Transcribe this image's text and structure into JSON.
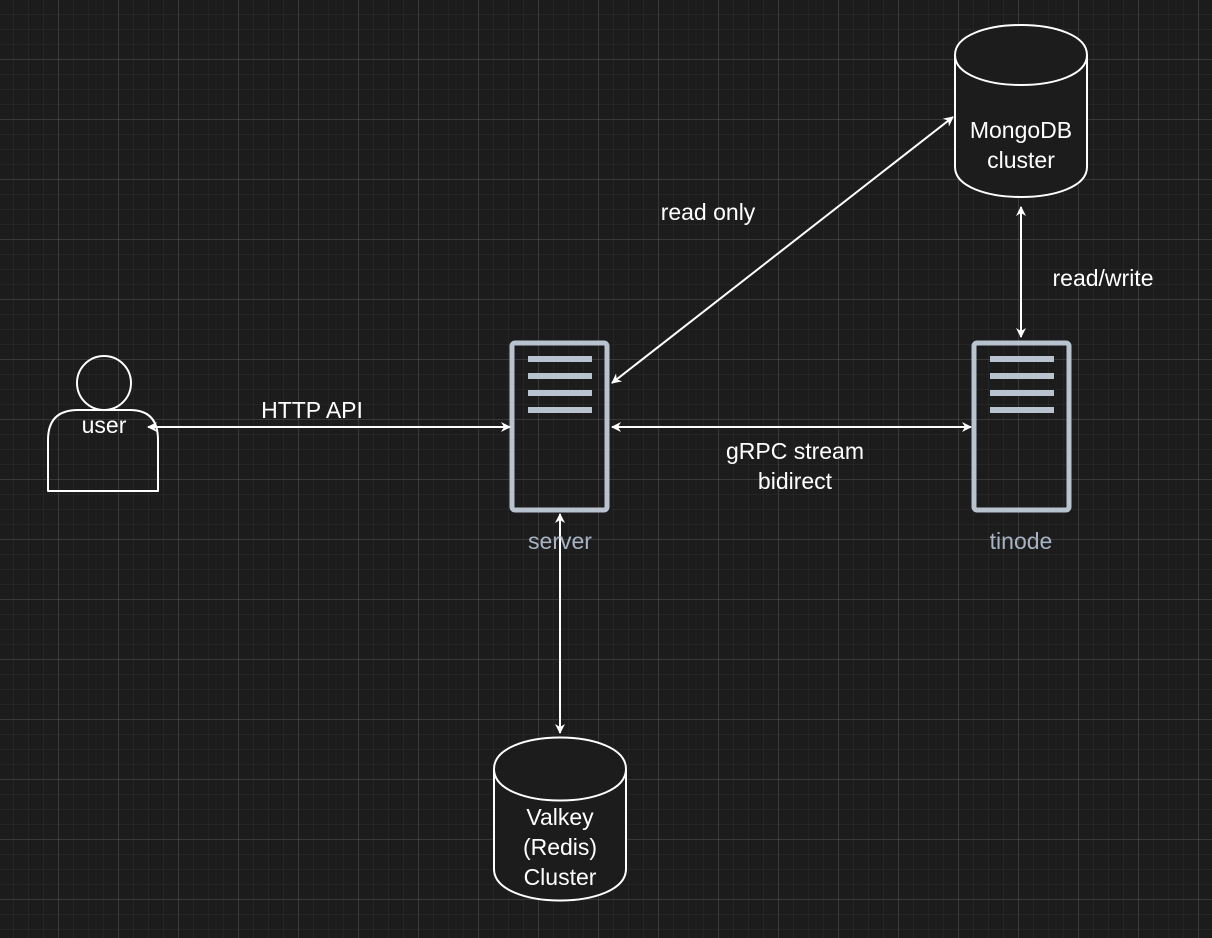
{
  "nodes": {
    "user": {
      "label": "user"
    },
    "server": {
      "label": "server"
    },
    "tinode": {
      "label": "tinode"
    },
    "mongodb": {
      "lines": [
        "MongoDB",
        "cluster"
      ]
    },
    "valkey": {
      "lines": [
        "Valkey",
        "(Redis)",
        "Cluster"
      ]
    }
  },
  "edges": {
    "user_server": {
      "label": "HTTP API"
    },
    "server_tinode": {
      "lines": [
        "gRPC stream",
        "bidirect"
      ]
    },
    "server_mongodb": {
      "label": "read only"
    },
    "tinode_mongodb": {
      "label": "read/write"
    }
  },
  "colors": {
    "background": "#1c1c1c",
    "stroke": "#ffffff",
    "server_stroke": "#b9c3d0",
    "server_label": "#a7b3c3"
  }
}
